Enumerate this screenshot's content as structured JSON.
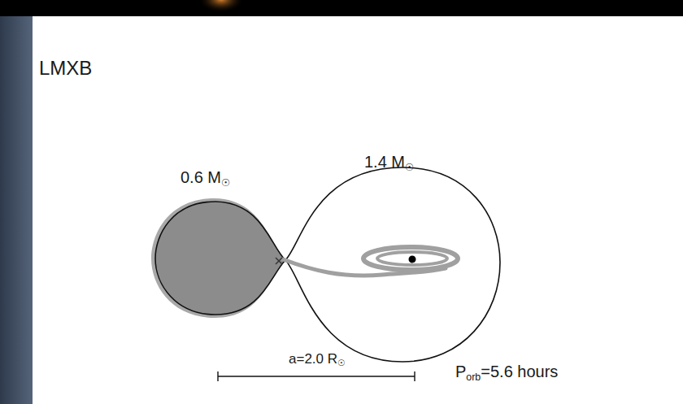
{
  "diagram": {
    "labels": [
      "LMXB",
      "0.6 M",
      "☉",
      "1.4 M",
      "☉",
      "a=2.0 R",
      "☉",
      "P",
      "orb",
      "=5.6 hours"
    ]
  }
}
